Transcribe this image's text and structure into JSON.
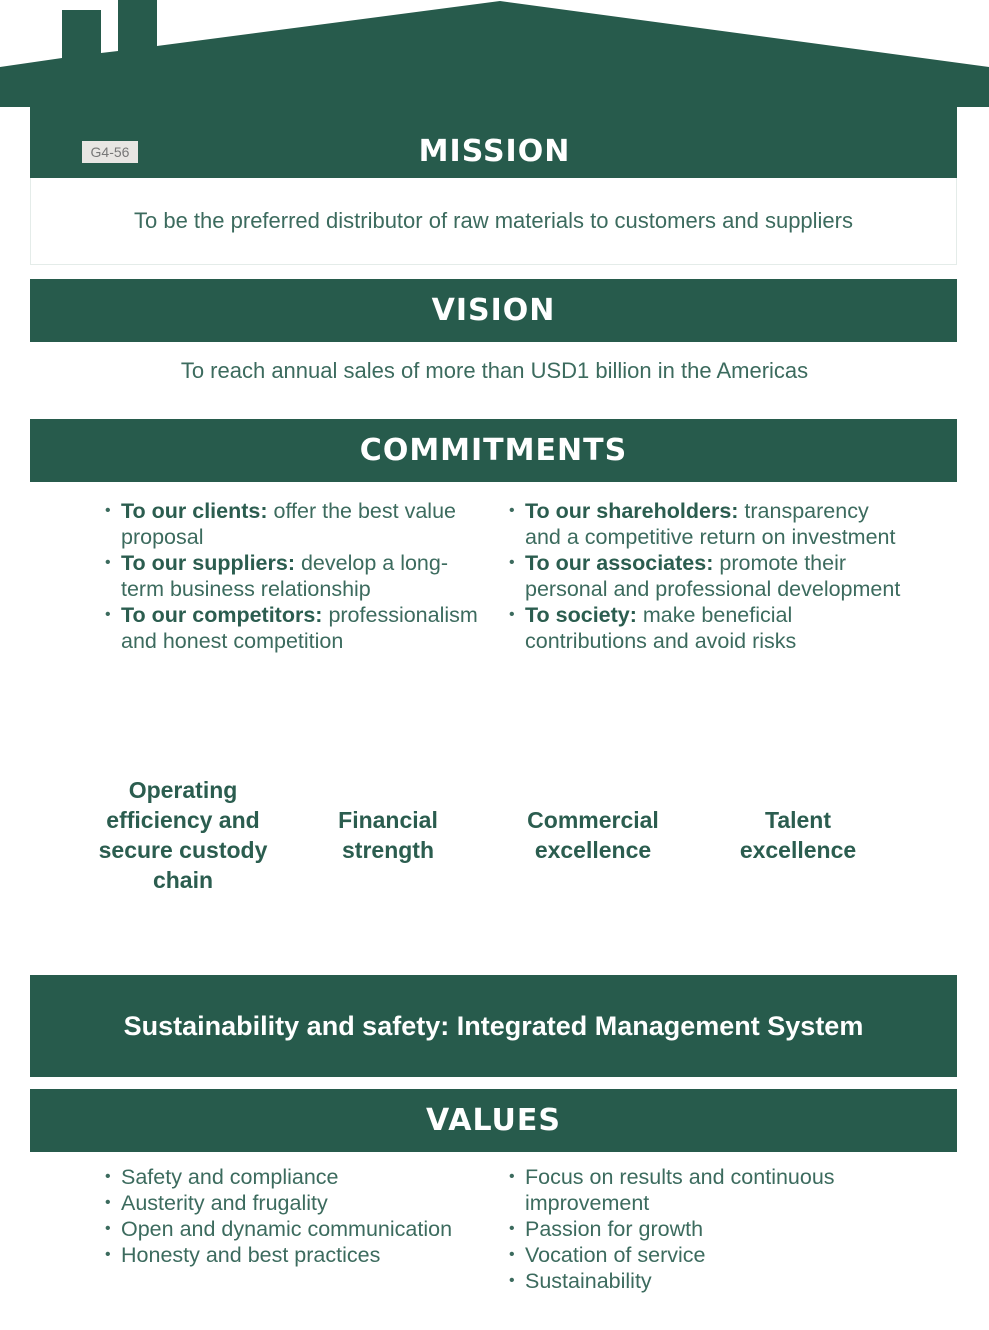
{
  "badge": {
    "code": "G4-56"
  },
  "mission": {
    "title": "MISSION",
    "text": "To be the preferred distributor of raw materials to customers and suppliers"
  },
  "vision": {
    "title": "VISION",
    "text": "To reach annual sales of more than USD1 billion in the Americas"
  },
  "commitments": {
    "title": "COMMITMENTS",
    "left": [
      {
        "lead": "To our clients:",
        "text": " offer the best value proposal"
      },
      {
        "lead": "To our suppliers:",
        "text": " develop a long-term business relationship"
      },
      {
        "lead": "To our competitors:",
        "text": " professionalism and honest competition"
      }
    ],
    "right": [
      {
        "lead": "To our shareholders:",
        "text": " transparency and a competitive return on investment"
      },
      {
        "lead": "To our associates:",
        "text": " promote their personal and professional development"
      },
      {
        "lead": "To society:",
        "text": " make beneficial contributions and avoid risks"
      }
    ]
  },
  "pillars": [
    "Operating efficiency and secure custody chain",
    "Financial strength",
    "Commercial excellence",
    "Talent excellence"
  ],
  "sustainability": {
    "text": "Sustainability and safety: Integrated Management System"
  },
  "values": {
    "title": "VALUES",
    "left": [
      "Safety and compliance",
      "Austerity and frugality",
      "Open and dynamic communication",
      "Honesty and best practices"
    ],
    "right": [
      "Focus on results and continuous improvement",
      "Passion for growth",
      "Vocation of service",
      "Sustainability"
    ]
  },
  "colors": {
    "primary": "#275b4c",
    "text": "#3c6b5e",
    "tag_bg": "#e8e6e3"
  }
}
